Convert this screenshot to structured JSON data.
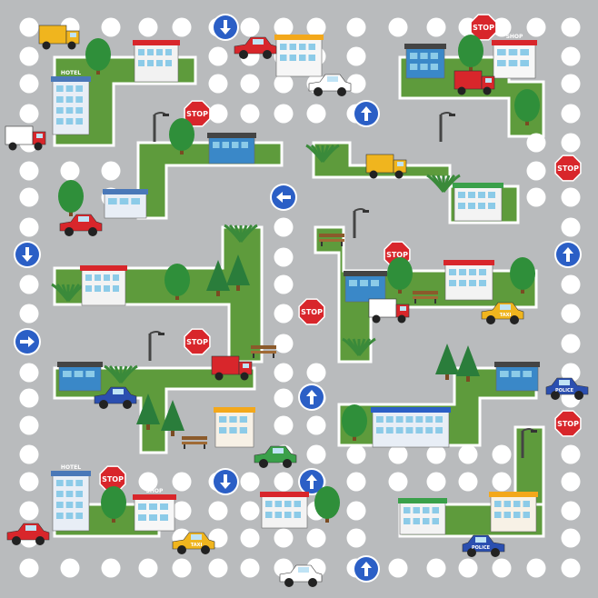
{
  "board": {
    "colors": {
      "road": "#b9bbbd",
      "grass": "#5e9b3c",
      "grass_edge": "#ffffff",
      "space": "#ffffff",
      "sign_blue": "#2b5fc6",
      "sign_red": "#d8262b"
    }
  },
  "labels": {
    "stop": "STOP",
    "shop": "SHOP",
    "hotel": "HOTEL",
    "police": "POLICE",
    "taxi": "TAXI"
  },
  "icons": [
    "arrow-down-sign-icon",
    "arrow-up-sign-icon",
    "arrow-left-sign-icon",
    "arrow-right-sign-icon",
    "stop-sign-icon",
    "tree-icon",
    "street-lamp-icon",
    "bench-icon",
    "bush-icon"
  ]
}
